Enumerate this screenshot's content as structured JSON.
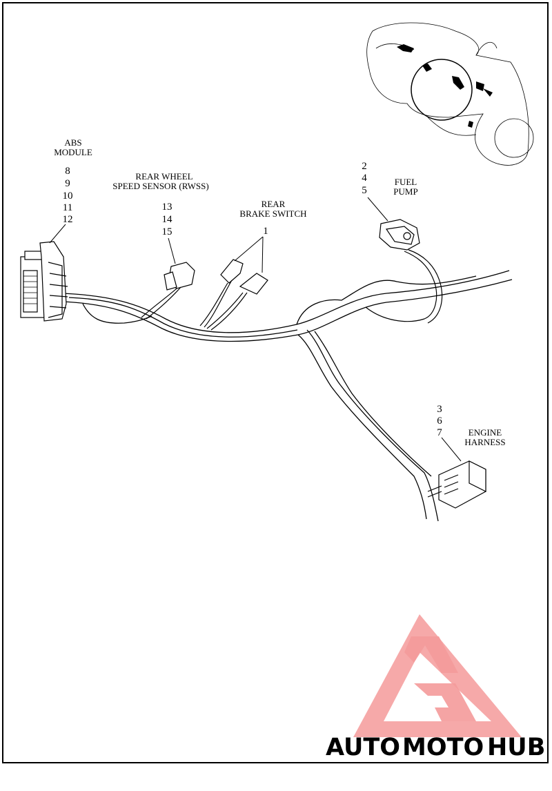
{
  "labels": {
    "abs_module": [
      "ABS",
      "MODULE"
    ],
    "abs_numbers": [
      "8",
      "9",
      "10",
      "11",
      "12"
    ],
    "rwss": [
      "REAR WHEEL",
      "SPEED SENSOR (RWSS)"
    ],
    "rwss_numbers": [
      "13",
      "14",
      "15"
    ],
    "brake_switch": [
      "REAR",
      "BRAKE SWITCH"
    ],
    "brake_numbers": [
      "1"
    ],
    "fuel_pump": [
      "FUEL",
      "PUMP"
    ],
    "fuel_numbers": [
      "2",
      "4",
      "5"
    ],
    "engine_harness": [
      "ENGINE",
      "HARNESS"
    ],
    "engine_numbers": [
      "3",
      "6",
      "7"
    ]
  },
  "watermark": {
    "part1": "AUTO",
    "part2": "MOTO",
    "part3": "HUB",
    "color_light": "#f7b89a",
    "color_accent": "#f08080",
    "color_dark": "#555555"
  }
}
